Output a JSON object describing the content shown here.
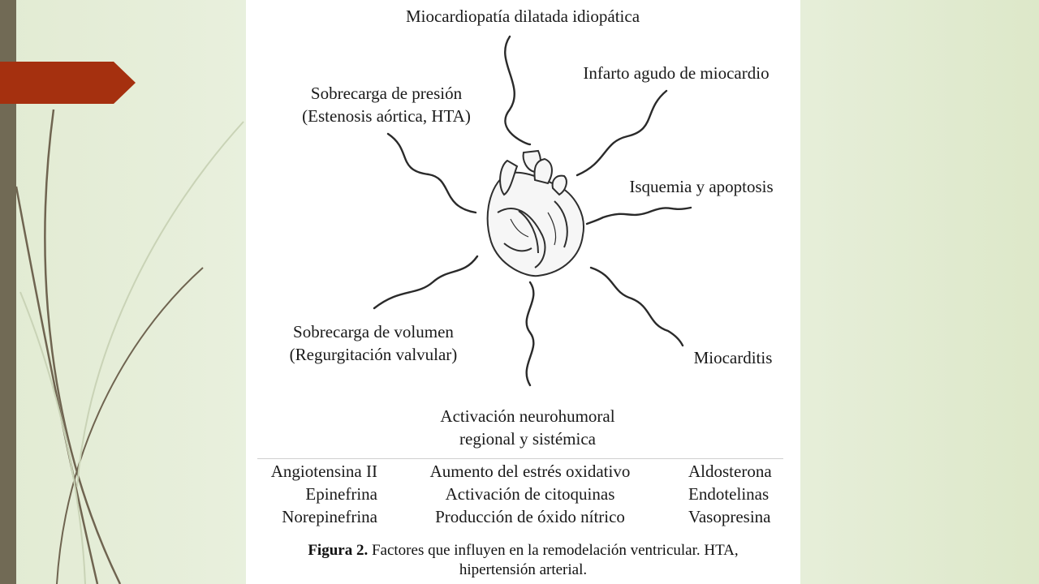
{
  "colors": {
    "left_bar": "#716a55",
    "accent_arrow": "#a5300f",
    "curve_dark": "#6f6450",
    "curve_light": "#c9d3b6",
    "figure_bg": "#ffffff",
    "text": "#1a1a1a"
  },
  "figure": {
    "labels": {
      "top": "Miocardiopatía dilatada idiopática",
      "infarct": "Infarto agudo de miocardio",
      "pressure_1": "Sobrecarga de presión",
      "pressure_2": "(Estenosis aórtica, HTA)",
      "ischemia": "Isquemia y apoptosis",
      "volume_1": "Sobrecarga de volumen",
      "volume_2": "(Regurgitación valvular)",
      "myocarditis": "Miocarditis",
      "neuro_1": "Activación neurohumoral",
      "neuro_2": "regional y sistémica"
    },
    "factors": {
      "left": [
        "Angiotensina II",
        "Epinefrina",
        "Norepinefrina"
      ],
      "center": [
        "Aumento del estrés oxidativo",
        "Activación de citoquinas",
        "Producción de óxido nítrico"
      ],
      "right": [
        "Aldosterona",
        "Endotelinas",
        "Vasopresina"
      ]
    },
    "caption": {
      "prefix": "Figura 2.",
      "text_1": " Factores que influyen en la remodelación ventricular. HTA,",
      "text_2": "hipertensión arterial."
    },
    "icons": [
      "heart-illustration-icon",
      "wavy-arrow-icon"
    ]
  }
}
